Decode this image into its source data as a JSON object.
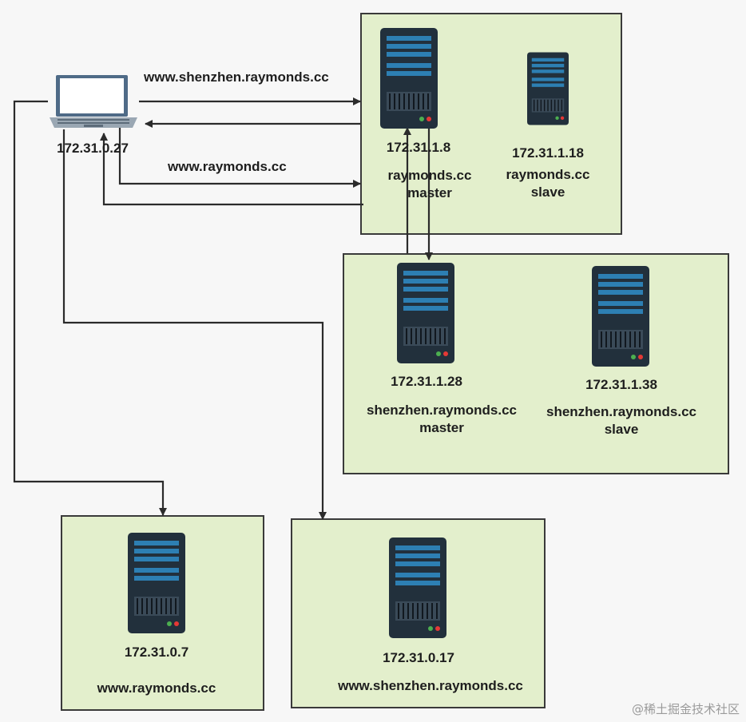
{
  "client": {
    "ip": "172.31.0.27"
  },
  "edges": {
    "shenzhen_www": "www.shenzhen.raymonds.cc",
    "raymonds_www": "www.raymonds.cc"
  },
  "dns_group_raymonds": {
    "master": {
      "ip": "172.31.1.8",
      "name": "raymonds.cc",
      "role": "master"
    },
    "slave": {
      "ip": "172.31.1.18",
      "name": "raymonds.cc",
      "role": "slave"
    }
  },
  "dns_group_shenzhen": {
    "master": {
      "ip": "172.31.1.28",
      "name": "shenzhen.raymonds.cc",
      "role": "master"
    },
    "slave": {
      "ip": "172.31.1.38",
      "name": "shenzhen.raymonds.cc",
      "role": "slave"
    }
  },
  "web_raymonds": {
    "ip": "172.31.0.7",
    "name": "www.raymonds.cc"
  },
  "web_shenzhen": {
    "ip": "172.31.0.17",
    "name": "www.shenzhen.raymonds.cc"
  },
  "watermark": "@稀土掘金技术社区"
}
